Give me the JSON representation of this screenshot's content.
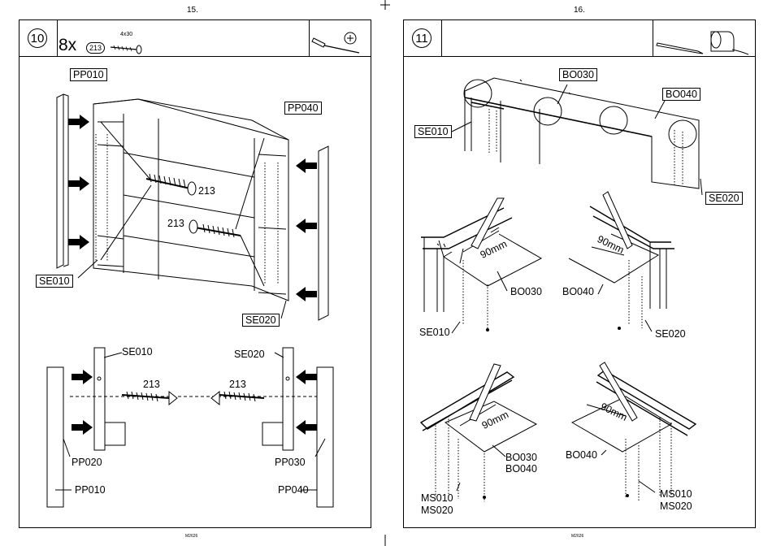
{
  "left_page": {
    "page_number": "15.",
    "footer": "M2626",
    "step": "10",
    "quantity": "8x",
    "part_code": "213",
    "screw_size": "4x30",
    "tool_icon": "screwdriver-icon",
    "labels": {
      "pp010_top": "PP010",
      "pp040": "PP040",
      "se010_left": "SE010",
      "se020_right": "SE020",
      "screw_top": "213",
      "screw_mid": "213",
      "se010_detail": "SE010",
      "se020_detail": "SE020",
      "d213_left": "213",
      "d213_right": "213",
      "pp020": "PP020",
      "pp030": "PP030",
      "pp010_bottom": "PP010",
      "pp040_bottom": "PP040"
    }
  },
  "right_page": {
    "page_number": "16.",
    "footer": "M2626",
    "step": "11",
    "tool_icon": "pencil-and-tape-measure-icon",
    "labels": {
      "bo030": "BO030",
      "bo040": "BO040",
      "se010": "SE010",
      "se020": "SE020",
      "d1_90": "90mm",
      "d1_bo030": "BO030",
      "d1_se010": "SE010",
      "d2_90": "90mm",
      "d2_bo040": "BO040",
      "d2_se020": "SE020",
      "d3_90": "90mm",
      "d3_bo030": "BO030",
      "d3_bo040": "BO040",
      "d3_ms010": "MS010",
      "d3_ms020": "MS020",
      "d4_90": "90mm",
      "d4_bo040": "BO040",
      "d4_ms010": "MS010",
      "d4_ms020": "MS020"
    }
  }
}
